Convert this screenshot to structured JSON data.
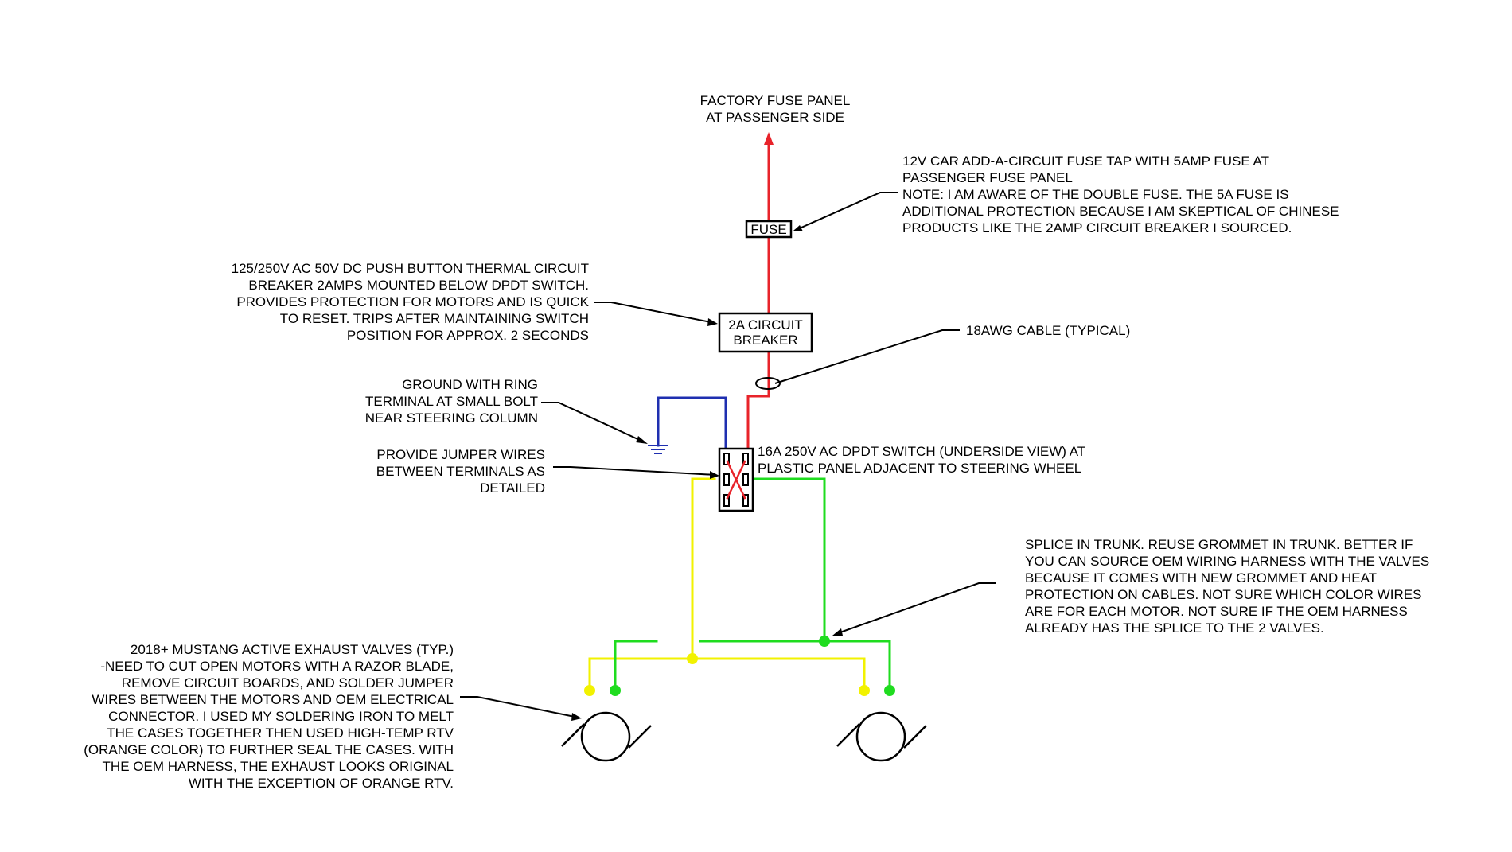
{
  "colors": {
    "power": "#e8232a",
    "ground": "#1f2fb0",
    "yellow": "#f2f200",
    "green": "#1fdc1f",
    "ink": "#000000"
  },
  "labels": {
    "fuse_panel": [
      "FACTORY FUSE PANEL",
      "AT PASSENGER SIDE"
    ],
    "fuse_tap": [
      "12V CAR ADD-A-CIRCUIT FUSE TAP WITH 5AMP FUSE AT",
      "PASSENGER FUSE PANEL",
      "NOTE: I AM AWARE OF THE DOUBLE FUSE. THE 5A FUSE IS",
      "ADDITIONAL PROTECTION BECAUSE I AM SKEPTICAL OF CHINESE",
      "PRODUCTS LIKE THE 2AMP CIRCUIT BREAKER I SOURCED."
    ],
    "breaker_note": [
      "125/250V AC 50V DC PUSH BUTTON THERMAL CIRCUIT",
      "BREAKER 2AMPS MOUNTED BELOW DPDT SWITCH.",
      "PROVIDES PROTECTION FOR MOTORS AND IS QUICK",
      "TO RESET. TRIPS AFTER MAINTAINING SWITCH",
      "POSITION FOR APPROX. 2 SECONDS"
    ],
    "cable": [
      "18AWG CABLE (TYPICAL)"
    ],
    "ground": [
      "GROUND WITH RING",
      "TERMINAL AT SMALL BOLT",
      "NEAR STEERING COLUMN"
    ],
    "jumper": [
      "PROVIDE JUMPER WIRES",
      "BETWEEN TERMINALS AS",
      "DETAILED"
    ],
    "switch": [
      "16A 250V AC DPDT SWITCH (UNDERSIDE VIEW) AT",
      "PLASTIC PANEL ADJACENT TO STEERING WHEEL"
    ],
    "splice": [
      "SPLICE IN TRUNK. REUSE GROMMET IN TRUNK. BETTER IF",
      "YOU CAN SOURCE OEM WIRING HARNESS WITH THE VALVES",
      "BECAUSE IT COMES WITH NEW GROMMET AND HEAT",
      "PROTECTION ON CABLES. NOT SURE WHICH COLOR WIRES",
      "ARE FOR EACH MOTOR. NOT SURE IF THE OEM HARNESS",
      "ALREADY HAS THE SPLICE TO THE 2 VALVES."
    ],
    "valves": [
      "2018+ MUSTANG ACTIVE EXHAUST VALVES (TYP.)",
      "-NEED TO CUT OPEN MOTORS WITH A RAZOR BLADE,",
      "REMOVE CIRCUIT BOARDS, AND SOLDER JUMPER",
      "WIRES BETWEEN THE MOTORS AND OEM ELECTRICAL",
      "CONNECTOR. I USED MY SOLDERING IRON TO MELT",
      "THE CASES TOGETHER THEN USED HIGH-TEMP RTV",
      "(ORANGE COLOR) TO FURTHER SEAL THE CASES. WITH",
      "THE OEM HARNESS, THE EXHAUST LOOKS ORIGINAL",
      "WITH THE EXCEPTION OF ORANGE RTV."
    ]
  },
  "components": {
    "fuse": "FUSE",
    "breaker": [
      "2A CIRCUIT",
      "BREAKER"
    ]
  }
}
